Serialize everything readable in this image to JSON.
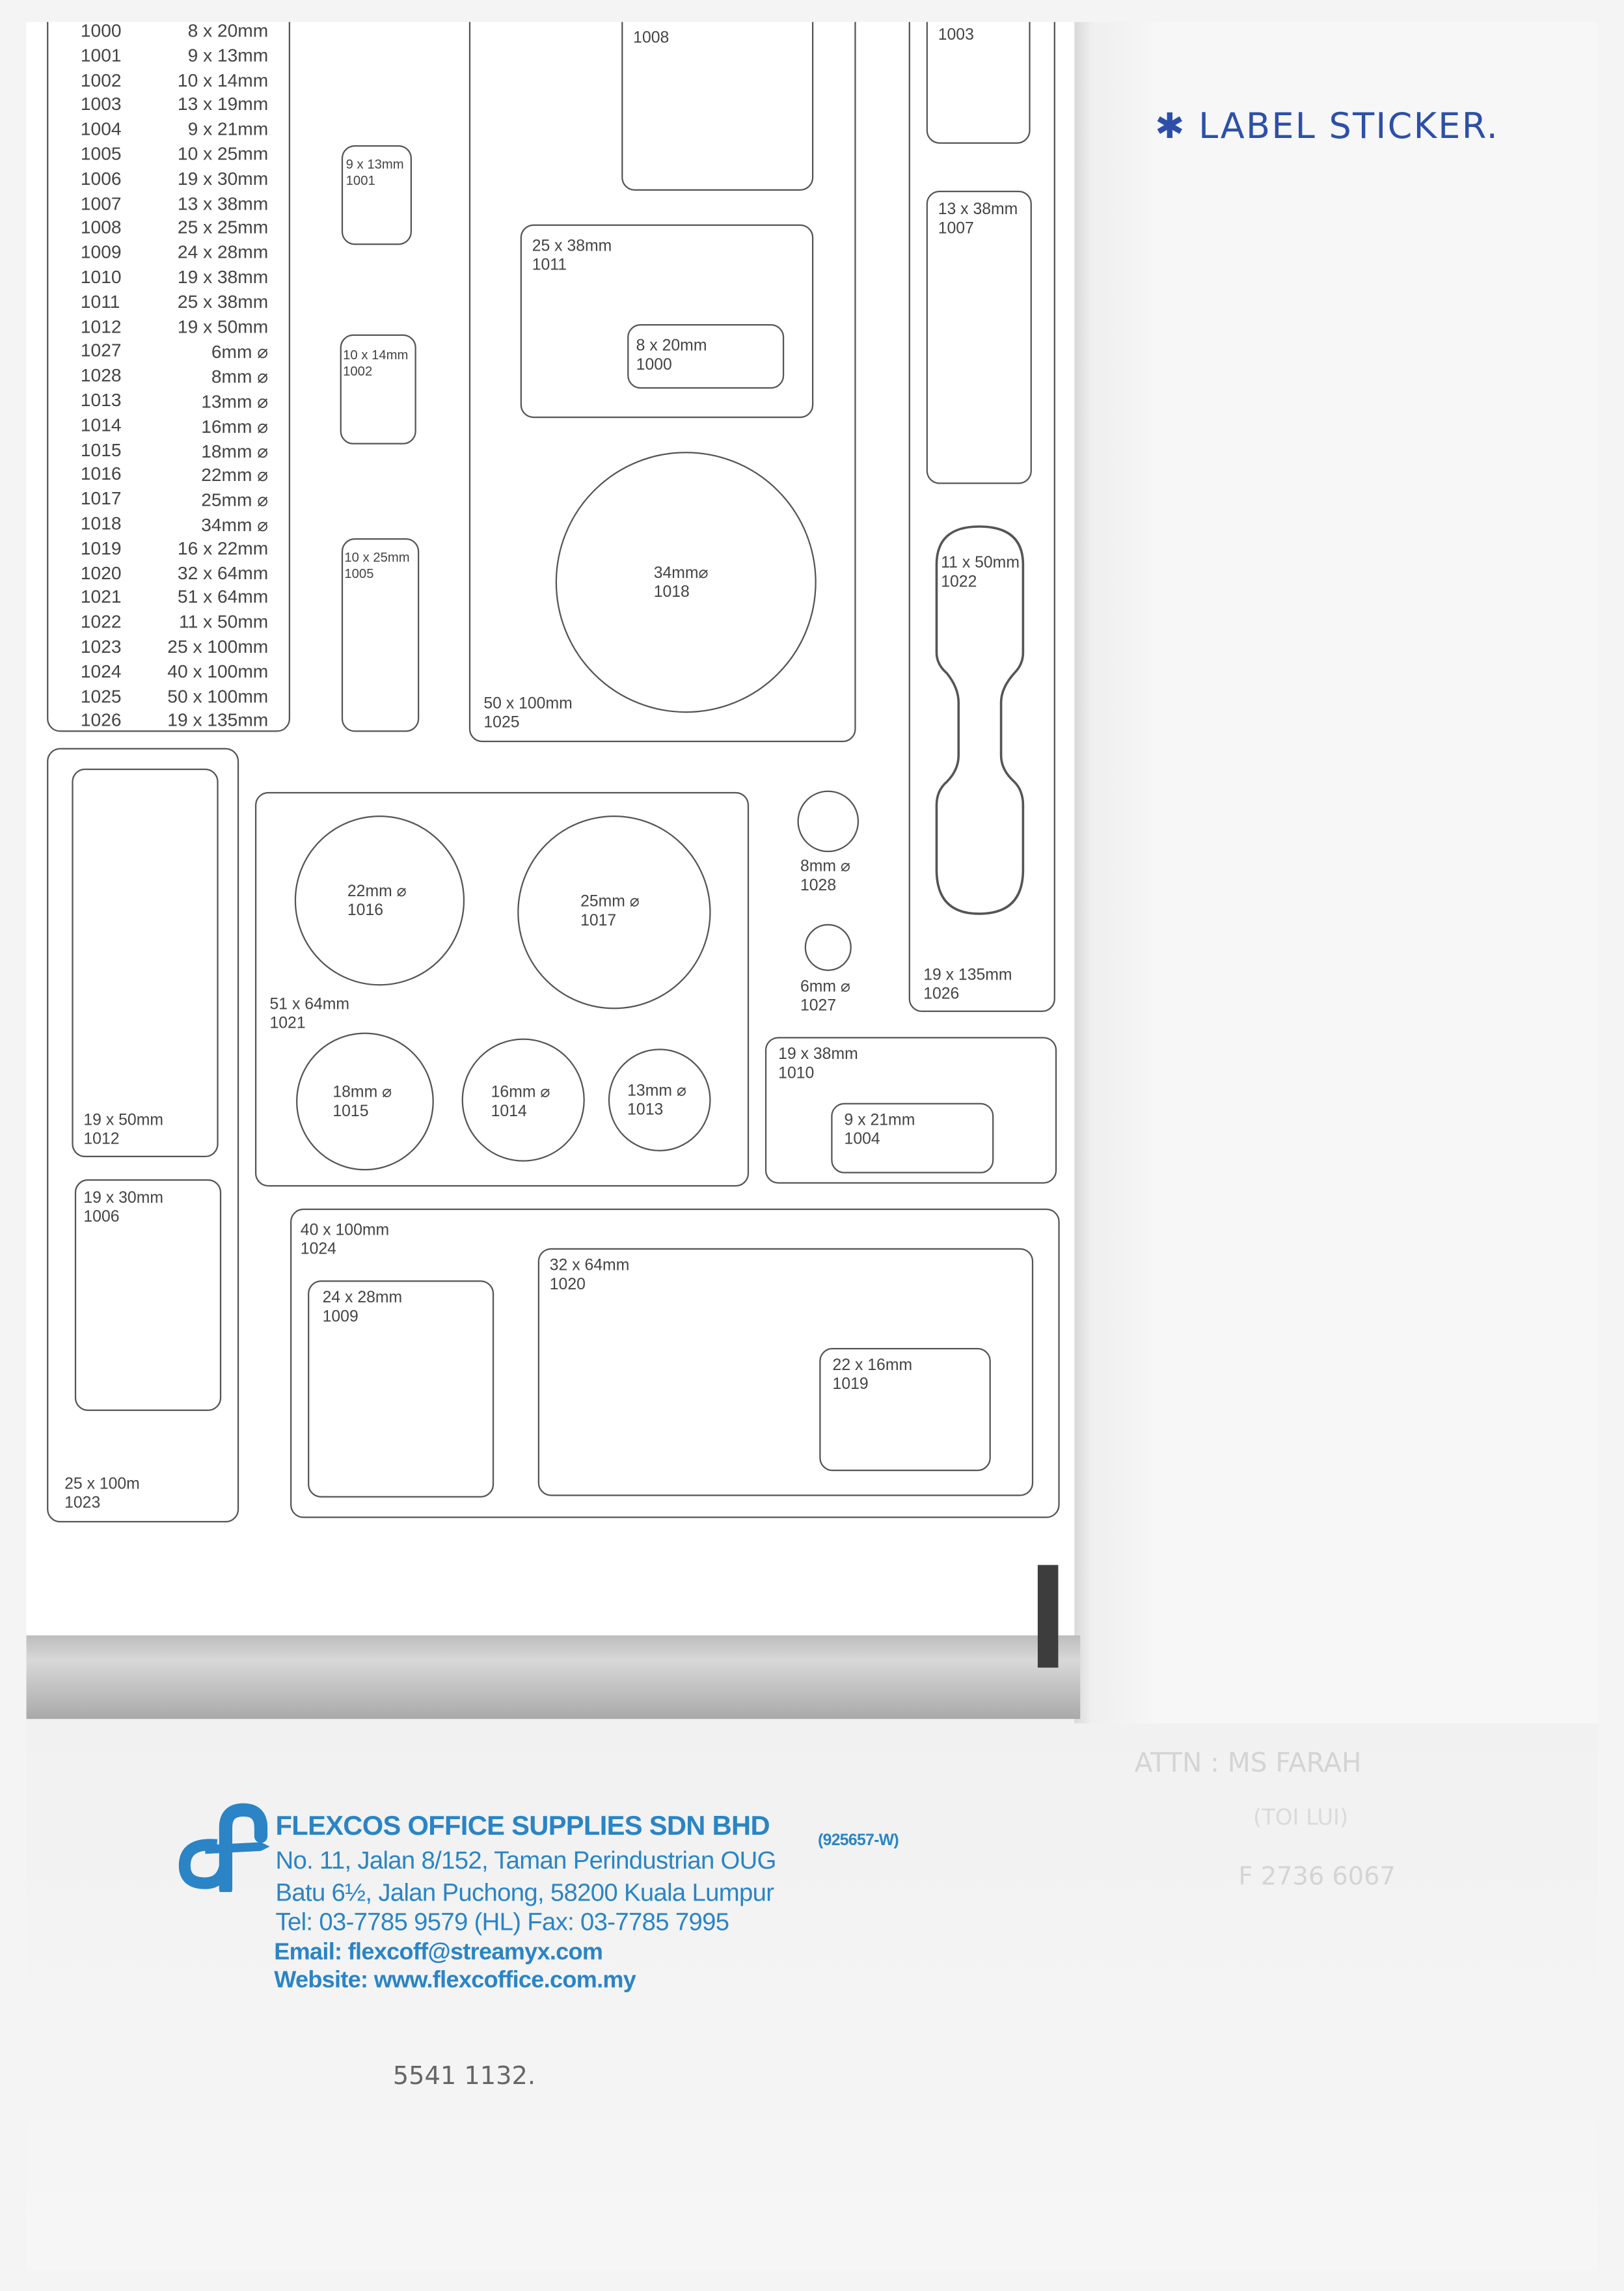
{
  "sheet": {
    "list": [
      {
        "code": "1000",
        "size": "8 x 20mm"
      },
      {
        "code": "1001",
        "size": "9 x 13mm"
      },
      {
        "code": "1002",
        "size": "10 x 14mm"
      },
      {
        "code": "1003",
        "size": "13 x 19mm"
      },
      {
        "code": "1004",
        "size": "9 x 21mm"
      },
      {
        "code": "1005",
        "size": "10 x 25mm"
      },
      {
        "code": "1006",
        "size": "19 x 30mm"
      },
      {
        "code": "1007",
        "size": "13 x 38mm"
      },
      {
        "code": "1008",
        "size": "25 x 25mm"
      },
      {
        "code": "1009",
        "size": "24 x 28mm"
      },
      {
        "code": "1010",
        "size": "19 x 38mm"
      },
      {
        "code": "1011",
        "size": "25 x 38mm"
      },
      {
        "code": "1012",
        "size": "19 x 50mm"
      },
      {
        "code": "1027",
        "size": "6mm ⌀"
      },
      {
        "code": "1028",
        "size": "8mm ⌀"
      },
      {
        "code": "1013",
        "size": "13mm ⌀"
      },
      {
        "code": "1014",
        "size": "16mm ⌀"
      },
      {
        "code": "1015",
        "size": "18mm ⌀"
      },
      {
        "code": "1016",
        "size": "22mm ⌀"
      },
      {
        "code": "1017",
        "size": "25mm ⌀"
      },
      {
        "code": "1018",
        "size": "34mm ⌀"
      },
      {
        "code": "1019",
        "size": "16 x 22mm"
      },
      {
        "code": "1020",
        "size": "32 x 64mm"
      },
      {
        "code": "1021",
        "size": "51 x 64mm"
      },
      {
        "code": "1022",
        "size": "11 x 50mm"
      },
      {
        "code": "1023",
        "size": "25 x 100mm"
      },
      {
        "code": "1024",
        "size": "40 x 100mm"
      },
      {
        "code": "1025",
        "size": "50 x 100mm"
      },
      {
        "code": "1026",
        "size": "19 x 135mm"
      }
    ],
    "labels": {
      "l1008": "1008",
      "l1003": "1003",
      "l1001": "9 x 13mm\n1001",
      "l1002": "10 x 14mm\n1002",
      "l1005": "10 x 25mm\n1005",
      "l1011": "25 x 38mm\n1011",
      "l1000": "8 x 20mm\n1000",
      "l1018": "34mm⌀\n1018",
      "l1025": "50 x 100mm\n1025",
      "l1007": "13 x 38mm\n1007",
      "l1022": "11 x 50mm\n1022",
      "l1026": "19 x 135mm\n1026",
      "l1012": "19 x 50mm\n1012",
      "l1006": "19 x 30mm\n1006",
      "l1023": "25 x 100m\n1023",
      "l1016": "22mm ⌀\n1016",
      "l1017": "25mm ⌀\n1017",
      "l1021": "51 x 64mm\n1021",
      "l1015": "18mm ⌀\n1015",
      "l1014": "16mm ⌀\n1014",
      "l1013": "13mm ⌀\n1013",
      "l1028": "8mm ⌀\n1028",
      "l1027": "6mm ⌀\n1027",
      "l1010": "19 x 38mm\n1010",
      "l1004": "9 x 21mm\n1004",
      "l1024": "40 x 100mm\n1024",
      "l1009": "24 x 28mm\n1009",
      "l1020": "32 x 64mm\n1020",
      "l1019": "22 x 16mm\n1019"
    }
  },
  "company": {
    "name": "FLEXCOS OFFICE SUPPLIES SDN BHD",
    "reg": "(925657-W)",
    "address1": "No. 11, Jalan 8/152, Taman Perindustrian OUG",
    "address2": "Batu 6½, Jalan Puchong, 58200 Kuala Lumpur",
    "phone": "Tel: 03-7785 9579 (HL)  Fax: 03-7785 7995",
    "email": "Email: flexcoff@streamyx.com",
    "website": "Website: www.flexcoffice.com.my",
    "color": "#2a84c6"
  },
  "handwriting": {
    "title": "✱ LABEL STICKER.",
    "phone_note": "5541 1132.",
    "attn": "ATTN : MS FARAH",
    "attn_sub": "(TOI LUI)",
    "attn_phone": "F 2736 6067"
  }
}
